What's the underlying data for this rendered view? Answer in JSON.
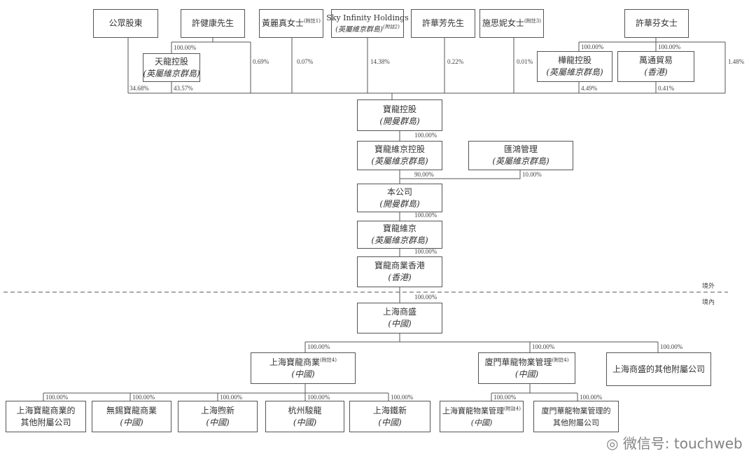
{
  "shareholders": {
    "public": {
      "name": "公眾股東",
      "pct": "34.68%"
    },
    "hsu_kin_hong": {
      "name": "許健康先生",
      "pct_sub": "100.00%",
      "pct": "0.69%"
    },
    "tianlong": {
      "name": "天龍控股",
      "place": "(英屬維京群島)",
      "pct": "43.57%"
    },
    "huang": {
      "name": "黃麗真女士",
      "note": "(附註1)",
      "pct": "0.07%"
    },
    "sky": {
      "name": "Sky Infinity Holdings",
      "place": "(英屬維京群島)",
      "note": "(附註2)",
      "pct": "14.38%"
    },
    "hsu_hua_fang": {
      "name": "許華芳先生",
      "pct": "0.22%"
    },
    "shi": {
      "name": "施思妮女士",
      "note": "(附註3)",
      "pct": "0.01%"
    },
    "hsu_hua_fen": {
      "name": "許華芬女士",
      "pct": "1.48%"
    },
    "hualong": {
      "name": "樺龍控股",
      "place": "(英屬維京群島)",
      "pct_parent": "100.00%",
      "pct": "4.49%"
    },
    "wantong": {
      "name": "萬通貿易",
      "place": "(香港)",
      "pct_parent": "100.00%",
      "pct": "0.41%"
    }
  },
  "chain": [
    {
      "name": "寶龍控股",
      "place": "(開曼群島)",
      "pct_below": "100.00%"
    },
    {
      "name": "寶龍維京控股",
      "place": "(英屬維京群島)",
      "pct_below": "90.00%"
    },
    {
      "name": "本公司",
      "place": "(開曼群島)",
      "pct_below": "100.00%"
    },
    {
      "name": "寶龍維京",
      "place": "(英屬維京群島)",
      "pct_below": "100.00%"
    },
    {
      "name": "寶龍商業香港",
      "place": "(香港)",
      "pct_below": "100.00%"
    },
    {
      "name": "上海商盛",
      "place": "(中國)"
    }
  ],
  "huihong": {
    "name": "匯鴻管理",
    "place": "(英屬維京群島)",
    "pct": "10.00%"
  },
  "zones": {
    "offshore": "境外",
    "onshore": "境內"
  },
  "level2": [
    {
      "name": "上海寶龍商業",
      "note": "(附註4)",
      "place": "(中國)",
      "pct": "100.00%"
    },
    {
      "name": "廈門華龍物業管理",
      "note": "(附註4)",
      "place": "(中國)",
      "pct": "100.00%"
    },
    {
      "name": "上海商盛的其他附屬公司",
      "pct": "100.00%"
    }
  ],
  "level3a": [
    {
      "name": "上海寶龍商業的",
      "name2": "其他附屬公司",
      "pct": "100.00%"
    },
    {
      "name": "無錫寶龍商業",
      "place": "(中國)",
      "pct": "100.00%"
    },
    {
      "name": "上海煦新",
      "place": "(中國)",
      "pct": "100.00%"
    },
    {
      "name": "杭州駿龍",
      "place": "(中國)",
      "pct": "100.00%"
    },
    {
      "name": "上海鐵新",
      "place": "(中國)",
      "pct": "100.00%"
    }
  ],
  "level3b": [
    {
      "name": "上海寶龍物業管理",
      "note": "(附註4)",
      "place": "(中國)",
      "pct": "100.00%"
    },
    {
      "name": "廈門華龍物業管理的",
      "name2": "其他附屬公司",
      "pct": "100.00%"
    }
  ],
  "watermark": "微信号: touchweb"
}
